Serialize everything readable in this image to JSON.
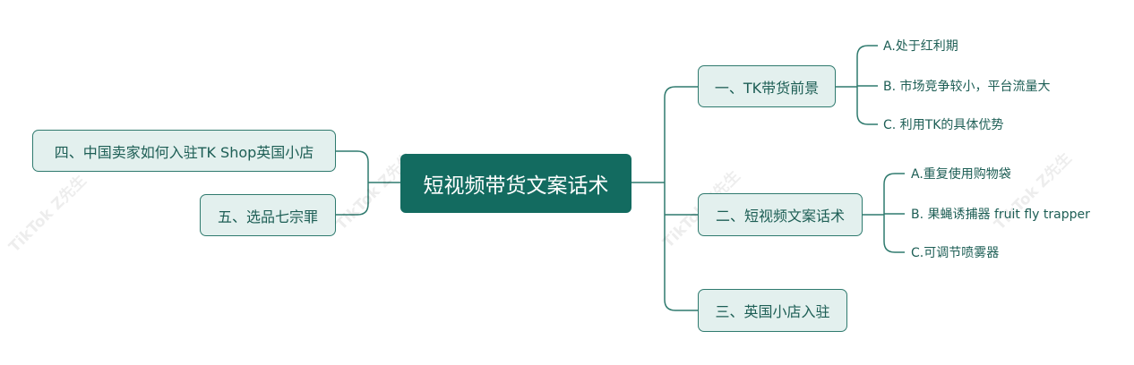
{
  "root": {
    "label": "短视频带货文案话术"
  },
  "right_branches": [
    {
      "label": "一、TK带货前景",
      "children": [
        "A.处于红利期",
        "B. 市场竞争较小，平台流量大",
        "C. 利用TK的具体优势"
      ]
    },
    {
      "label": "二、短视频文案话术",
      "children": [
        "A.重复使用购物袋",
        "B. 果蝇诱捕器 fruit fly trapper",
        "C.可调节喷雾器"
      ]
    },
    {
      "label": "三、英国小店入驻",
      "children": []
    }
  ],
  "left_branches": [
    {
      "label": "四、中国卖家如何入驻TK Shop英国小店"
    },
    {
      "label": "五、选品七宗罪"
    }
  ],
  "watermark": "TikTok Z先生",
  "colors": {
    "root_fill": "#136b60",
    "node_fill": "#e3f0ee",
    "node_border": "#2f7a6e",
    "text": "#1d5e55",
    "line": "#2f7a6e"
  }
}
